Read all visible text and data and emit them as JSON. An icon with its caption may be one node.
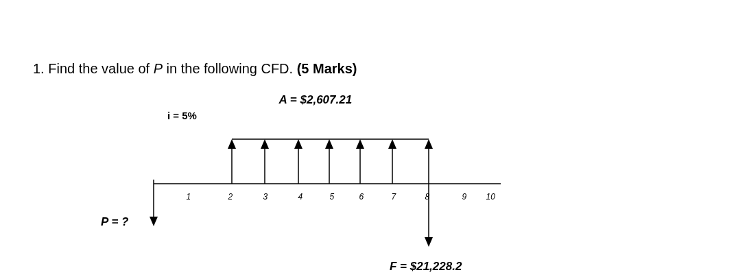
{
  "diagram": {
    "title": "1. Find the value of *P* in the following CFD. **(5 Marks)**",
    "labels": [
      "A = $2,607.21",
      "i = 5%",
      "1",
      "2",
      "3",
      "4",
      "5",
      "6",
      "7",
      "8",
      "9",
      "10",
      "P = ?",
      "F = $21,228.2"
    ]
  }
}
